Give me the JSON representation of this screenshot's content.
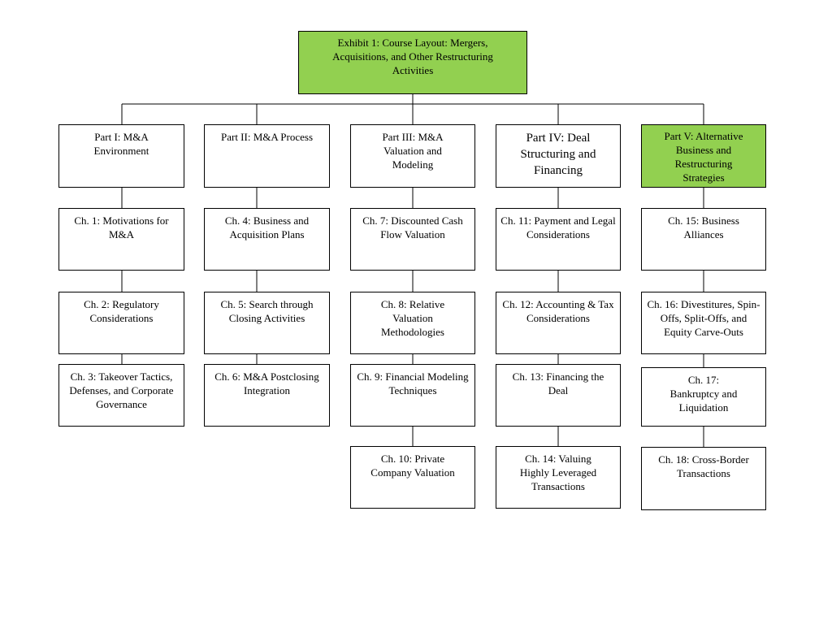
{
  "exhibit": {
    "title": "Exhibit 1: Course Layout: Mergers, Acquisitions, and Other Restructuring Activities"
  },
  "parts": [
    {
      "label": "Part I: M&A Environment"
    },
    {
      "label": "Part II: M&A Process"
    },
    {
      "label": "Part III: M&A Valuation and Modeling"
    },
    {
      "label": "Part IV: Deal Structuring and Financing"
    },
    {
      "label": "Part V: Alternative Business and Restructuring Strategies"
    }
  ],
  "chapters": [
    {
      "label": "Ch. 1: Motivations for M&A"
    },
    {
      "label": "Ch. 2: Regulatory Considerations"
    },
    {
      "label": "Ch. 3: Takeover Tactics, Defenses, and Corporate Governance"
    },
    {
      "label": "Ch. 4: Business and Acquisition Plans"
    },
    {
      "label": "Ch. 5: Search through Closing Activities"
    },
    {
      "label": "Ch. 6: M&A Postclosing Integration"
    },
    {
      "label": "Ch. 7: Discounted Cash Flow Valuation"
    },
    {
      "label": "Ch. 8: Relative Valuation Methodologies"
    },
    {
      "label": "Ch. 9: Financial Modeling Techniques"
    },
    {
      "label": "Ch. 10: Private Company Valuation"
    },
    {
      "label": "Ch. 11: Payment and Legal Considerations"
    },
    {
      "label": "Ch. 12: Accounting & Tax Considerations"
    },
    {
      "label": "Ch. 13: Financing the Deal"
    },
    {
      "label": "Ch. 14: Valuing Highly Leveraged Transactions"
    },
    {
      "label": "Ch. 15: Business Alliances"
    },
    {
      "label": "Ch. 16: Divestitures, Spin-Offs, Split-Offs, and Equity Carve-Outs"
    },
    {
      "label": "Ch. 17: Bankruptcy and Liquidation"
    },
    {
      "label": "Ch. 18: Cross-Border Transactions"
    }
  ],
  "colors": {
    "highlight": "#92d050",
    "border": "#000000",
    "background": "#ffffff"
  }
}
